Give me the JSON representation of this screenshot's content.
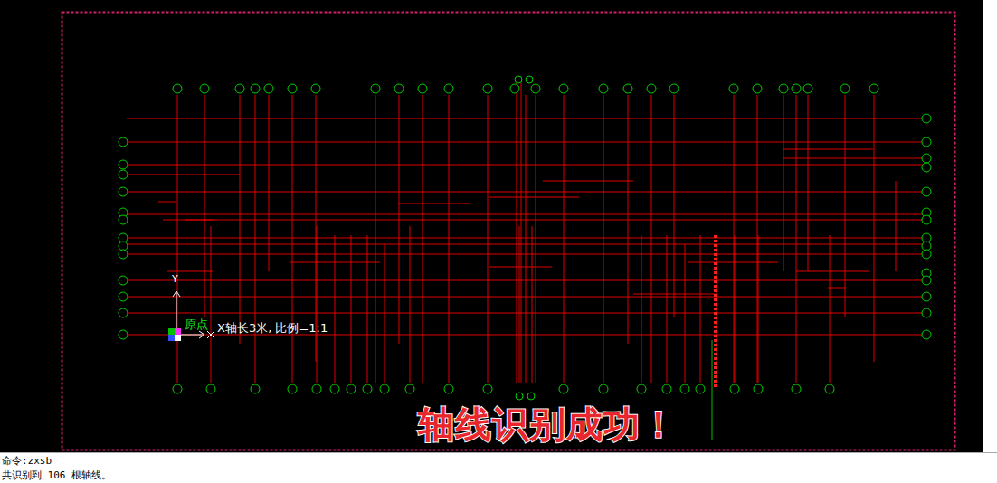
{
  "diagram": {
    "labels": [
      "Y",
      "原点",
      "X轴长3米, 比例=1:1",
      "轴线识别成功！",
      "命令:zxsb",
      "共识别到 106 根轴线。"
    ]
  }
}
